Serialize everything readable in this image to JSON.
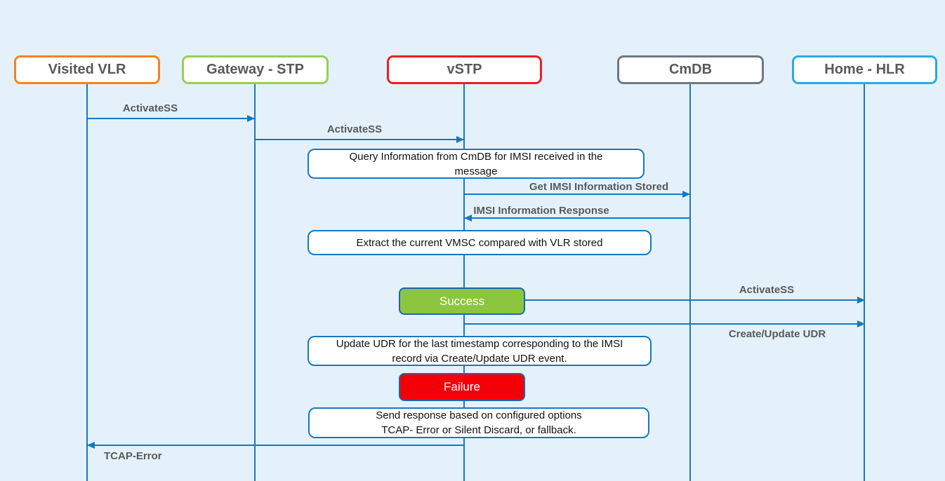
{
  "diagram": {
    "type": "sequence-flow",
    "colors": {
      "background": "#E4F1FB",
      "line": "#1778BE",
      "label_text": "#595959",
      "note_border": "#1778BE",
      "badge_border": "#1A67B0",
      "success_fill": "#8CC63E",
      "failure_fill": "#F40009"
    },
    "actors": [
      {
        "label": "Visited VLR",
        "border_color": "#F6821F"
      },
      {
        "label": "Gateway - STP",
        "border_color": "#95D054"
      },
      {
        "label": "vSTP",
        "border_color": "#EE1C25"
      },
      {
        "label": "CmDB",
        "border_color": "#6D7A82"
      },
      {
        "label": "Home - HLR",
        "border_color": "#29ABE2"
      }
    ],
    "messages": [
      {
        "label": "ActivateSS",
        "from": "Visited VLR",
        "to": "Gateway - STP"
      },
      {
        "label": "ActivateSS",
        "from": "Gateway - STP",
        "to": "vSTP"
      },
      {
        "label": "Get IMSI Information Stored",
        "from": "vSTP",
        "to": "CmDB"
      },
      {
        "label": "IMSI Information Response",
        "from": "CmDB",
        "to": "vSTP"
      },
      {
        "label": "ActivateSS",
        "from": "vSTP",
        "to": "Home - HLR"
      },
      {
        "label": "Create/Update UDR",
        "from": "vSTP",
        "to": "Home - HLR"
      },
      {
        "label": "TCAP-Error",
        "from": "vSTP",
        "to": "Visited VLR"
      }
    ],
    "notes": [
      {
        "text": "Query Information from CmDB for IMSI received in the\nmessage"
      },
      {
        "text": "Extract the current VMSC compared with VLR stored"
      },
      {
        "text": "Update UDR for the last timestamp corresponding to the IMSI\nrecord via Create/Update UDR event."
      },
      {
        "text": "Send response based on configured options\nTCAP- Error or Silent Discard, or fallback."
      }
    ],
    "badges": [
      {
        "label": "Success",
        "fill": "#8CC63E"
      },
      {
        "label": "Failure",
        "fill": "#F40009"
      }
    ]
  }
}
